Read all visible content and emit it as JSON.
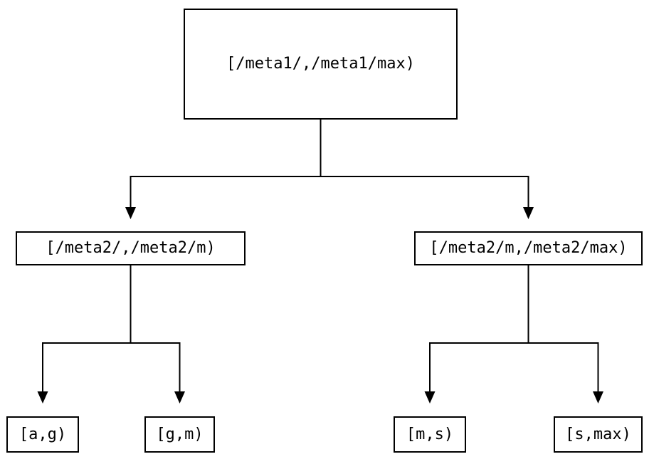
{
  "diagram": {
    "nodes": {
      "root": "[/meta1/,/meta1/max)",
      "left_child": "[/meta2/,/meta2/m)",
      "right_child": "[/meta2/m,/meta2/max)",
      "leaf_ag": "[a,g)",
      "leaf_gm": "[g,m)",
      "leaf_ms": "[m,s)",
      "leaf_smax": "[s,max)"
    },
    "colors": {
      "line": "#000000",
      "text": "#000000",
      "background": "#ffffff"
    }
  }
}
